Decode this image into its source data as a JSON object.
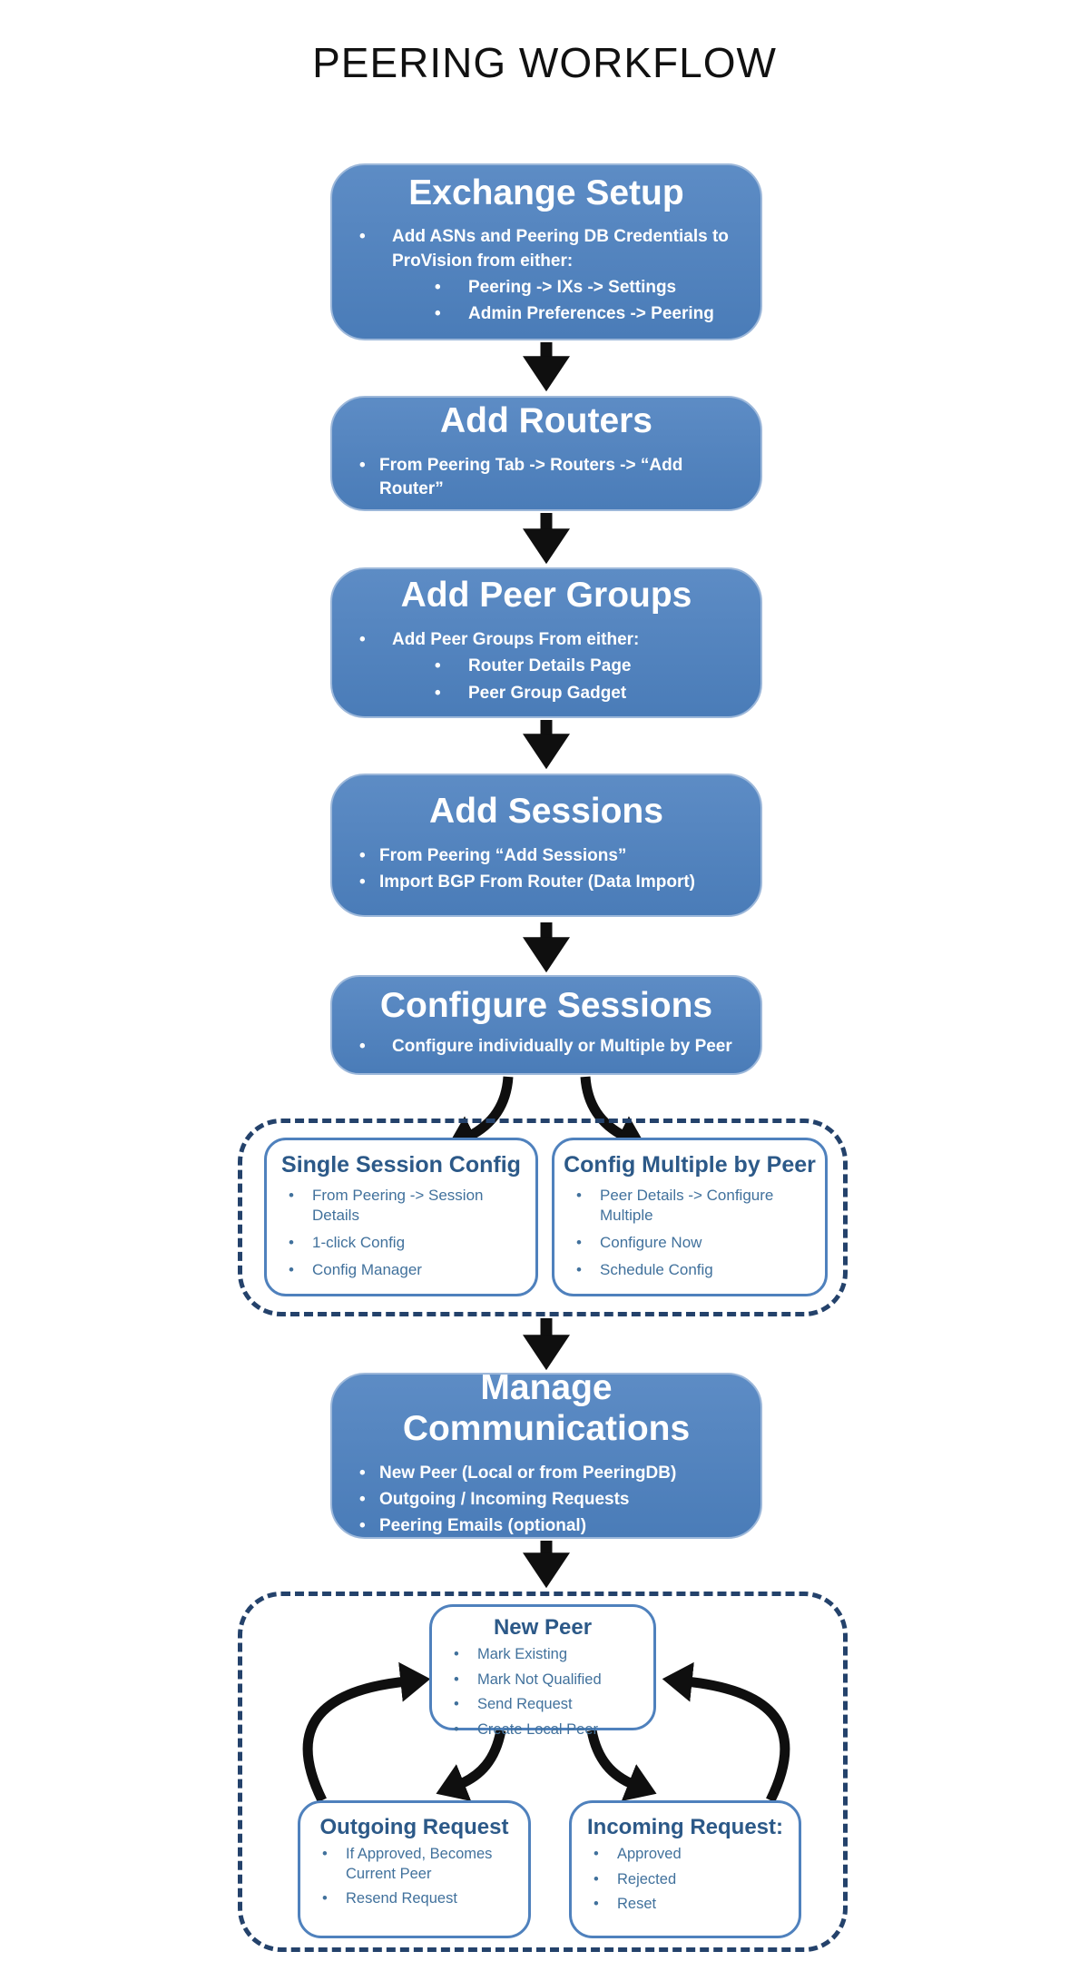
{
  "title": "PEERING WORKFLOW",
  "colors": {
    "box_blue": "#4d80bc",
    "box_border": "#9db8da",
    "dashed_navy": "#24426b",
    "subbox_border": "#4f81bd",
    "subbox_title": "#2c5988",
    "subbox_text": "#41719c",
    "arrow_black": "#0f0f0f"
  },
  "boxes": {
    "exchange_setup": {
      "title": "Exchange Setup",
      "bullet": "Add ASNs and Peering DB Credentials to ProVision from either:",
      "sub": [
        "Peering -> IXs -> Settings",
        "Admin Preferences -> Peering"
      ]
    },
    "add_routers": {
      "title": "Add Routers",
      "bullets": [
        "From Peering Tab -> Routers -> “Add Router”"
      ]
    },
    "add_peer_groups": {
      "title": "Add Peer Groups",
      "bullet": "Add Peer Groups From either:",
      "sub": [
        "Router Details Page",
        "Peer Group Gadget"
      ]
    },
    "add_sessions": {
      "title": "Add Sessions",
      "bullets": [
        "From  Peering “Add Sessions”",
        "Import BGP From Router (Data Import)"
      ]
    },
    "configure_sessions": {
      "title": "Configure Sessions",
      "bullets": [
        "Configure individually or Multiple by Peer"
      ]
    },
    "single_session_config": {
      "title": "Single Session Config",
      "bullets": [
        "From Peering -> Session Details",
        "1-click Config",
        "Config Manager"
      ]
    },
    "config_multiple_by_peer": {
      "title": "Config Multiple by Peer",
      "bullets": [
        "Peer Details -> Configure Multiple",
        "Configure Now",
        "Schedule Config"
      ]
    },
    "manage_communications": {
      "title": "Manage Communications",
      "bullets": [
        "New Peer (Local or from PeeringDB)",
        "Outgoing / Incoming Requests",
        "Peering Emails (optional)"
      ]
    },
    "new_peer": {
      "title": "New Peer",
      "bullets": [
        "Mark Existing",
        "Mark Not Qualified",
        "Send Request",
        "Create Local Peer"
      ]
    },
    "outgoing_request": {
      "title": "Outgoing Request",
      "bullets": [
        "If Approved, Becomes Current Peer",
        "Resend Request"
      ]
    },
    "incoming_request": {
      "title": "Incoming Request:",
      "bullets": [
        "Approved",
        "Rejected",
        "Reset"
      ]
    }
  }
}
